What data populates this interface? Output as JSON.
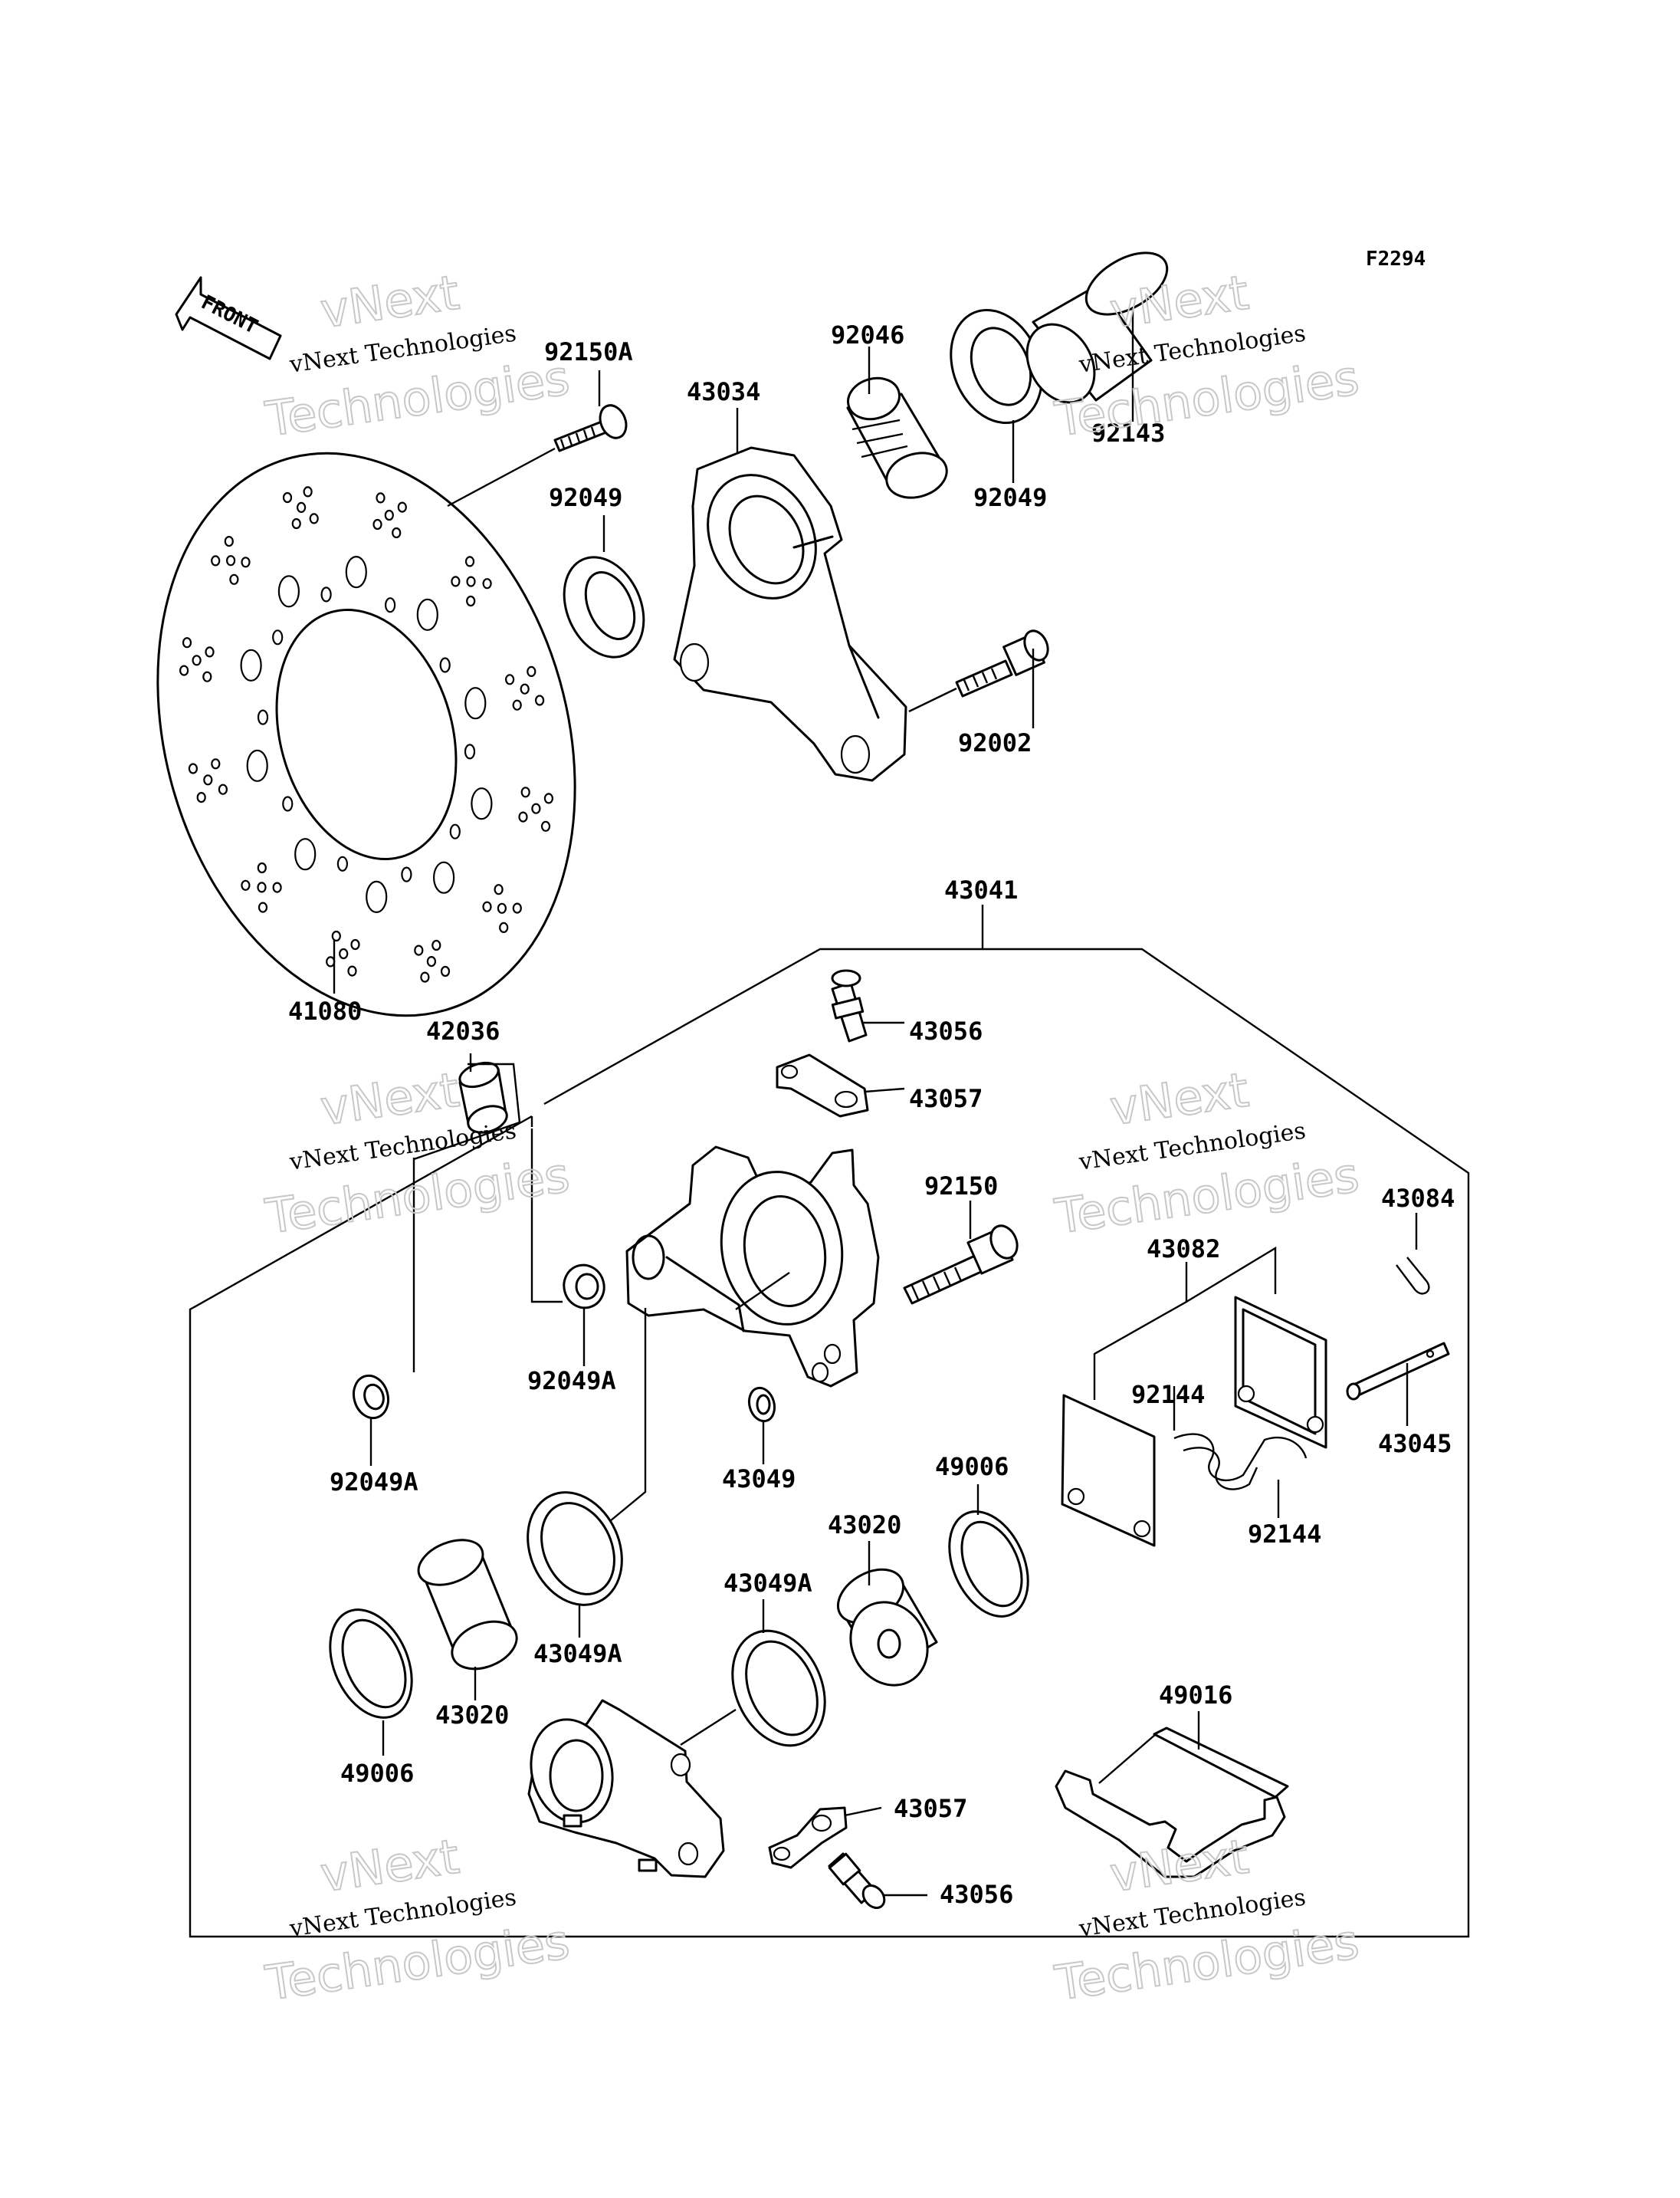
{
  "diagram_code": "F2294",
  "front_label": "FRONT",
  "watermark": {
    "line1": "vNext",
    "line2": "vNext Technologies",
    "line3": "Technologies"
  },
  "parts": [
    {
      "id": "p92150A",
      "number": "92150A"
    },
    {
      "id": "p43034",
      "number": "43034"
    },
    {
      "id": "p92046",
      "number": "92046"
    },
    {
      "id": "p92049a",
      "number": "92049"
    },
    {
      "id": "p92049b",
      "number": "92049"
    },
    {
      "id": "p92143",
      "number": "92143"
    },
    {
      "id": "p92002",
      "number": "92002"
    },
    {
      "id": "p41080",
      "number": "41080"
    },
    {
      "id": "p43041",
      "number": "43041"
    },
    {
      "id": "p42036",
      "number": "42036"
    },
    {
      "id": "p43056a",
      "number": "43056"
    },
    {
      "id": "p43057a",
      "number": "43057"
    },
    {
      "id": "p92150",
      "number": "92150"
    },
    {
      "id": "p43084",
      "number": "43084"
    },
    {
      "id": "p43082",
      "number": "43082"
    },
    {
      "id": "p92049A1",
      "number": "92049A"
    },
    {
      "id": "p92049A2",
      "number": "92049A"
    },
    {
      "id": "p92144a",
      "number": "92144"
    },
    {
      "id": "p43045",
      "number": "43045"
    },
    {
      "id": "p43049",
      "number": "43049"
    },
    {
      "id": "p49006a",
      "number": "49006"
    },
    {
      "id": "p43020a",
      "number": "43020"
    },
    {
      "id": "p92144b",
      "number": "92144"
    },
    {
      "id": "p43049Aa",
      "number": "43049A"
    },
    {
      "id": "p43049Ab",
      "number": "43049A"
    },
    {
      "id": "p43020b",
      "number": "43020"
    },
    {
      "id": "p49016",
      "number": "49016"
    },
    {
      "id": "p49006b",
      "number": "49006"
    },
    {
      "id": "p43057b",
      "number": "43057"
    },
    {
      "id": "p43056b",
      "number": "43056"
    }
  ]
}
